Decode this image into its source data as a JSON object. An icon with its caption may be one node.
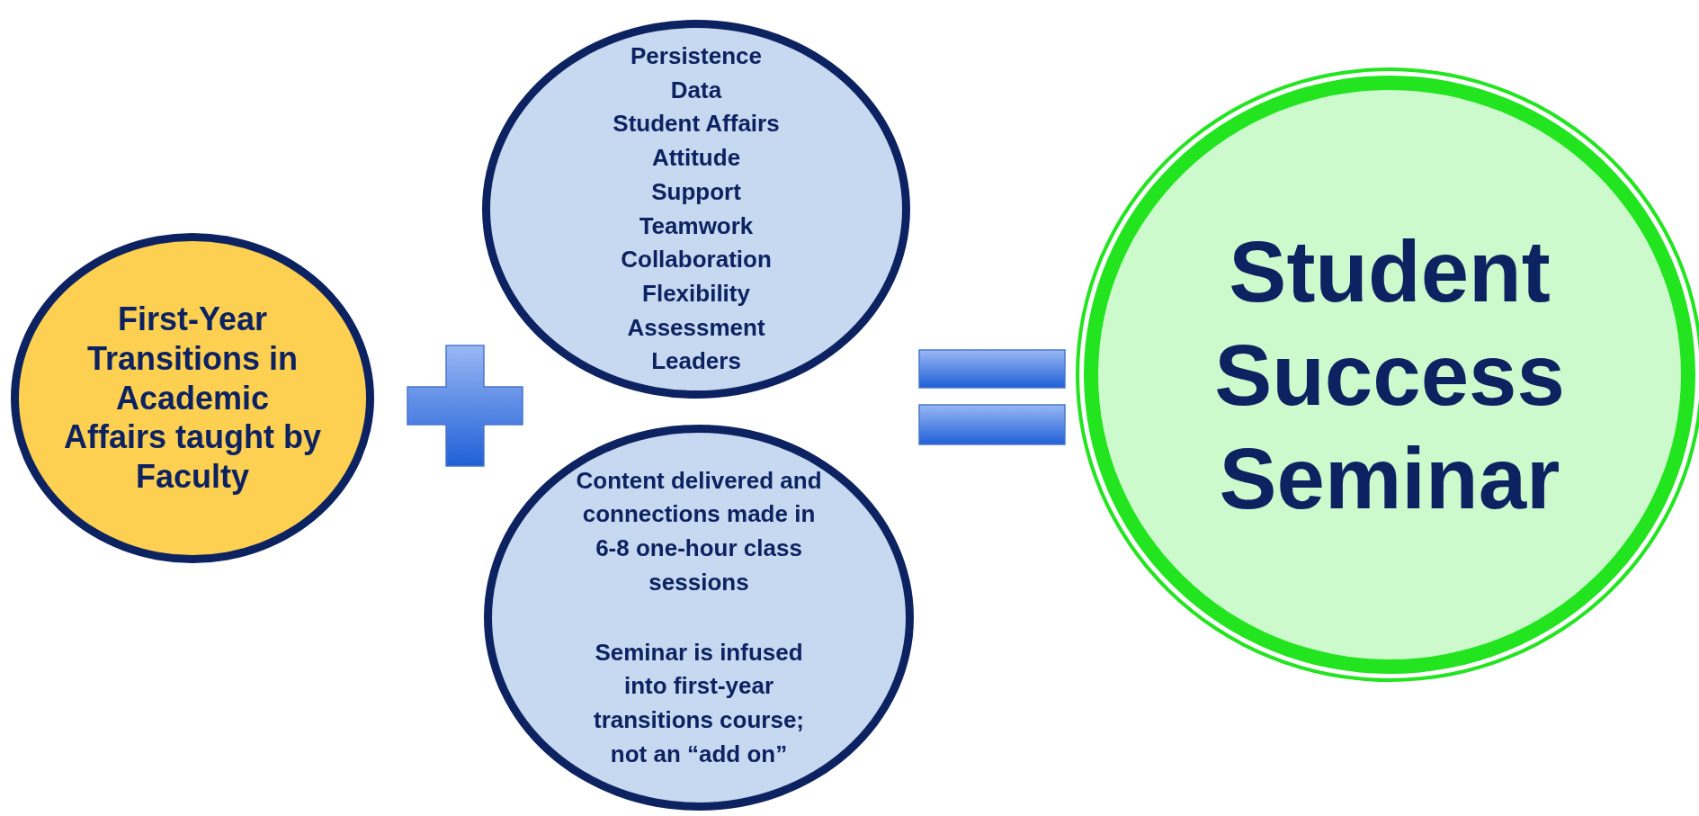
{
  "diagram": {
    "nodes": [
      {
        "text": [
          "First-Year Transitions in Academic Affairs taught by Faculty"
        ]
      },
      {
        "text": [
          "Persistence",
          "Data",
          "Student Affairs",
          "Attitude",
          "Support",
          "Teamwork",
          "Collaboration",
          "Flexibility",
          "Assessment",
          "Leaders"
        ]
      },
      {
        "text": [
          "Content delivered and connections made in 6-8 one-hour class sessions",
          "Seminar is infused into first-year transitions course; not an “add on”"
        ]
      },
      {
        "text": [
          "Student Success Seminar"
        ]
      }
    ]
  }
}
